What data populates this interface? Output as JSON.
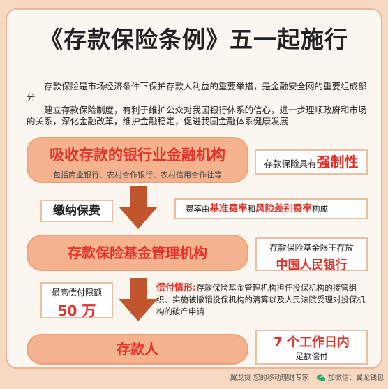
{
  "title": "《存款保险条例》五一起施行",
  "paragraphs": [
    "存款保险是市场经济条件下保护存款人利益的重要举措，是金融安全网的重要组成部分",
    "建立存款保险制度，有利于维护公众对我国银行体系的信心，进一步理顺政府和市场的关系，深化金融改革，维护金融稳定，促进我国金融体系健康发展"
  ],
  "flow": {
    "step1_main": "吸收存款的银行业金融机构",
    "step1_sub": "包括商业银行、农村合作银行、农村信用合作社等",
    "step2": "存款保险基金管理机构",
    "step3": "存款人"
  },
  "notes": {
    "compulsory_prefix": "存款保险具有",
    "compulsory_big": "强制性",
    "pay": "缴纳保费",
    "rate_prefix": "费率由",
    "rate_a": "基准费率",
    "rate_and": "和",
    "rate_b": "风险差别费率",
    "rate_suffix": "构成",
    "fund_prefix": "存款保险基金限于存放",
    "fund_big": "中国人民银行",
    "limit_label": "最高偿付限额",
    "limit_value": "50 万",
    "repay_title": "偿付情形:",
    "repay_text": "存款保险基金管理机构担任投保机构的接管组织、实施被撤销投保机构的清算以及人民法院受理对投保机构的破产申请",
    "days_big": "7 个工作日内",
    "days_sub": "足额偿付"
  },
  "footer": {
    "left": "翼龙贷 您的移动理财专家",
    "wechat": "加微信：翼龙钱包"
  },
  "colors": {
    "accent": "#e1322b",
    "pill": "#f4b38e",
    "arrow": "#c0552e"
  }
}
